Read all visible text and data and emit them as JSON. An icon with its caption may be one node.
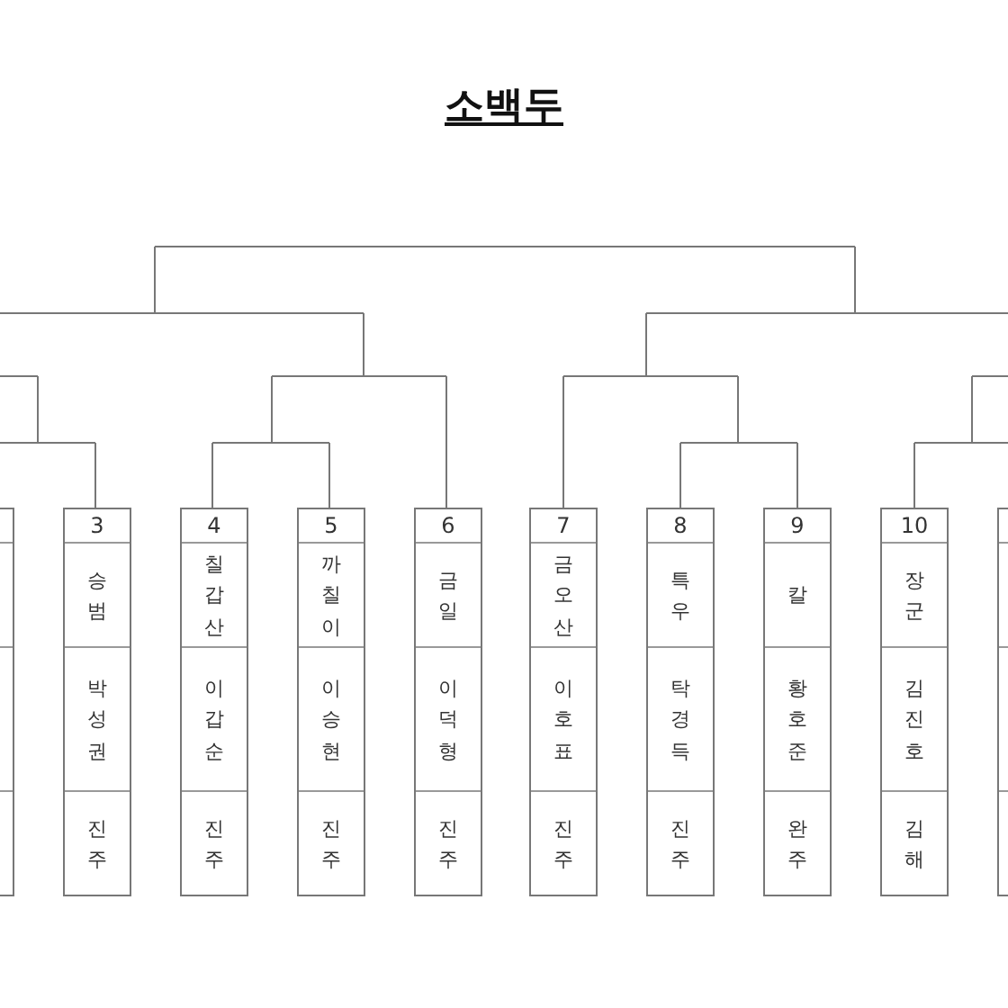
{
  "diagram": {
    "title": "소백두",
    "nodes": [
      {
        "text": [],
        "shape": "box"
      },
      {
        "text": [
          "3",
          "승범",
          "박성권",
          "진주"
        ]
      },
      {
        "text": [
          "4",
          "칠갑산",
          "이갑순",
          "진주"
        ]
      },
      {
        "text": [
          "5",
          "까칠이",
          "이승현",
          "진주"
        ]
      },
      {
        "text": [
          "6",
          "금일",
          "이덕형",
          "진주"
        ]
      },
      {
        "text": [
          "7",
          "금오산",
          "이호표",
          "진주"
        ]
      },
      {
        "text": [
          "8",
          "특우",
          "탁경득",
          "진주"
        ]
      },
      {
        "text": [
          "9",
          "칼",
          "황호준",
          "완주"
        ]
      },
      {
        "text": [
          "10",
          "장군",
          "김진호",
          "김해"
        ]
      },
      {
        "text": [],
        "shape": "box"
      }
    ]
  }
}
